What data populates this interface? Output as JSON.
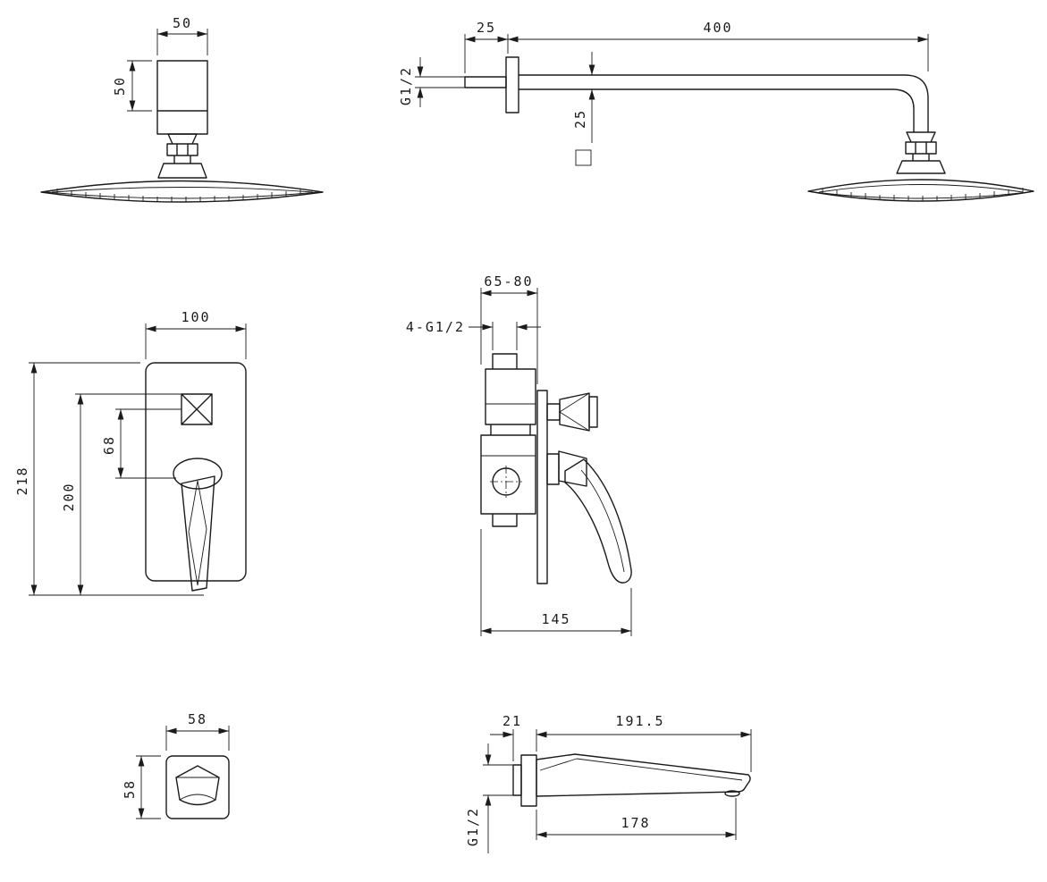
{
  "sheet": {
    "background": "#ffffff",
    "line_color": "#1b1b1b"
  },
  "views": {
    "showerhead_front": {
      "dim_width": "50",
      "dim_height": "50"
    },
    "arm_side": {
      "dim_offset": "25",
      "dim_length": "400",
      "dim_thread": "G1/2",
      "dim_square": "25"
    },
    "mixer_front": {
      "dim_width": "100",
      "dim_total_height": "218",
      "dim_height": "200",
      "dim_spacing": "68"
    },
    "mixer_side": {
      "dim_depth": "65-80",
      "dim_thread": "4-G1/2",
      "dim_width": "145"
    },
    "escutcheon": {
      "dim_width": "58",
      "dim_height": "58"
    },
    "spout_side": {
      "dim_wall": "21",
      "dim_total_length": "191.5",
      "dim_reach": "178",
      "dim_thread": "G1/2"
    }
  }
}
